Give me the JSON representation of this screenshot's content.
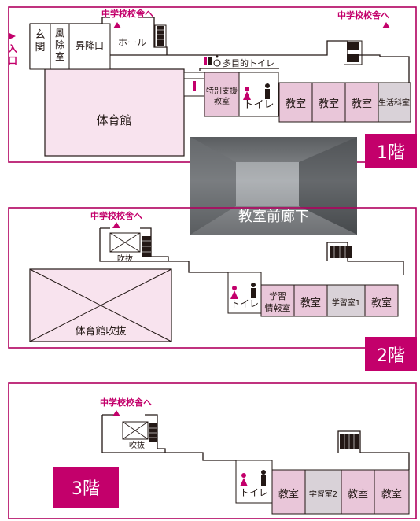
{
  "colors": {
    "accent": "#c3006b",
    "room_pink": "#e9c6d9",
    "gym_pink": "#f8e3ee",
    "room_gray": "#d9d2d8"
  },
  "floor1": {
    "badge": "1階",
    "to_junior_high_left": "中学校校舎へ",
    "to_junior_high_right": "中学校校舎へ",
    "entrance": "入口",
    "genkan": "玄関",
    "fujoshitsu": "風除室",
    "shokoguchi": "昇降口",
    "hall": "ホール",
    "multipurpose_toilet": "多目的トイレ",
    "special_support": "特別支援教室",
    "toilet": "トイレ",
    "gym": "体育館",
    "classrooms": [
      "教室",
      "教室",
      "教室"
    ],
    "life_science": "生活科室",
    "photo_caption": "教室前廊下"
  },
  "floor2": {
    "badge": "2階",
    "to_junior_high": "中学校校舎へ",
    "void": "吹抜",
    "gym_void": "体育館吹抜",
    "toilet": "トイレ",
    "learning_info_room": "学習情報室",
    "classroom_a": "教室",
    "study_room_1": "学習室1",
    "classroom_b": "教室"
  },
  "floor3": {
    "badge": "3階",
    "to_junior_high": "中学校校舎へ",
    "void": "吹抜",
    "toilet": "トイレ",
    "classroom_a": "教室",
    "study_room_2": "学習室2",
    "classroom_b": "教室",
    "classroom_c": "教室"
  }
}
